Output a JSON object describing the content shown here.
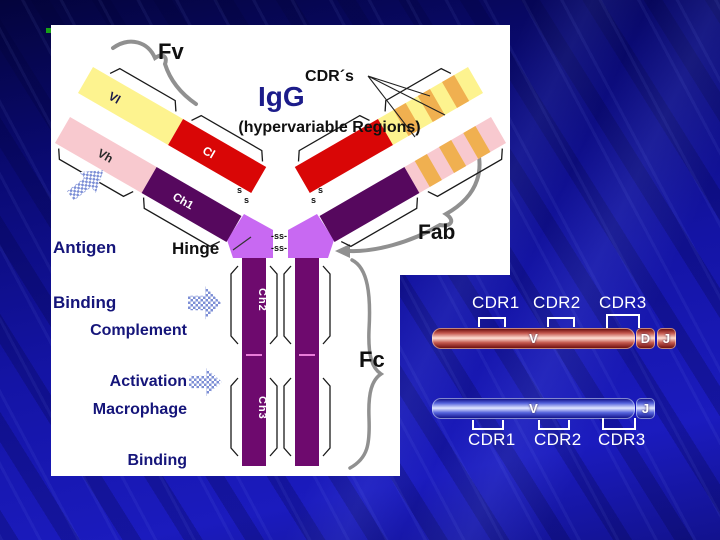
{
  "diagram": {
    "labels": {
      "fv": "Fv",
      "cdrs_line1": "CDR´s",
      "cdrs_line2": "(hypervariable Regions)",
      "igg": "IgG",
      "hinge": "Hinge",
      "fab": "Fab",
      "fc": "Fc"
    },
    "callouts": {
      "antigen_line1": "Antigen",
      "antigen_line2": "Binding",
      "complement_line1": "Complement",
      "complement_line2": "Activation",
      "macrophage_line1": "Macrophage",
      "macrophage_line2": "Binding"
    },
    "domains": {
      "vl": "Vl",
      "vh": "Vh",
      "cl": "Cl",
      "ch1": "Ch1",
      "ch2": "Ch2",
      "ch3": "Ch3"
    },
    "bonds": {
      "s": "s",
      "row": "-ss-"
    }
  },
  "vdj": {
    "heavy": {
      "v": "V",
      "d": "D",
      "j": "J",
      "cdr": [
        "CDR1",
        "CDR2",
        "CDR3"
      ]
    },
    "light": {
      "v": "V",
      "j": "J",
      "cdr": [
        "CDR1",
        "CDR2",
        "CDR3"
      ]
    }
  },
  "colors": {
    "background_blue": "#1b1bbe",
    "background_dark_navy": "#04043c",
    "panel_white": "#ffffff",
    "domain_yellow": "#fdf38f",
    "domain_pink": "#f8c9cf",
    "domain_red": "#d90606",
    "domain_purple_arm": "#56085e",
    "stalk_purple": "#6e0a6e",
    "hinge_violet": "#c869f2",
    "cdr_stripe_orange": "#f0b050",
    "heavy_bar_red": "#c4584e",
    "light_bar_blue": "#5563dc",
    "label_navy": "#15157a",
    "arrow_periwinkle": "#7d8fd6",
    "brace_gray": "#909090",
    "green_dot": "#18a018"
  }
}
